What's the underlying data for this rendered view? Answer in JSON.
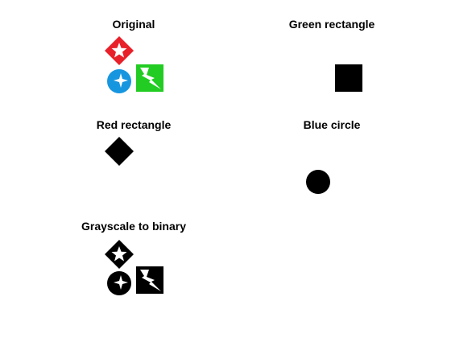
{
  "panels": {
    "original": {
      "title": "Original",
      "shapes": {
        "diamond": {
          "fill": "#e8202a",
          "glyph": "star-icon",
          "glyph_color": "#ffffff"
        },
        "circle": {
          "fill": "#1796e0",
          "glyph": "sparkle-icon",
          "glyph_color": "#ffffff"
        },
        "square": {
          "fill": "#22cc22",
          "glyph": "lightning-icon",
          "glyph_color": "#ffffff"
        }
      }
    },
    "green_rectangle": {
      "title": "Green rectangle",
      "shape": {
        "kind": "square",
        "fill": "#000000"
      }
    },
    "red_rectangle": {
      "title": "Red rectangle",
      "shape": {
        "kind": "diamond",
        "fill": "#000000"
      }
    },
    "blue_circle": {
      "title": "Blue circle",
      "shape": {
        "kind": "circle",
        "fill": "#000000"
      }
    },
    "grayscale_to_binary": {
      "title": "Grayscale to binary",
      "shapes": {
        "diamond": {
          "fill": "#000000",
          "glyph": "star-icon",
          "glyph_color": "#ffffff"
        },
        "circle": {
          "fill": "#000000",
          "glyph": "sparkle-icon",
          "glyph_color": "#ffffff"
        },
        "square": {
          "fill": "#000000",
          "glyph": "lightning-icon",
          "glyph_color": "#ffffff"
        }
      }
    }
  }
}
